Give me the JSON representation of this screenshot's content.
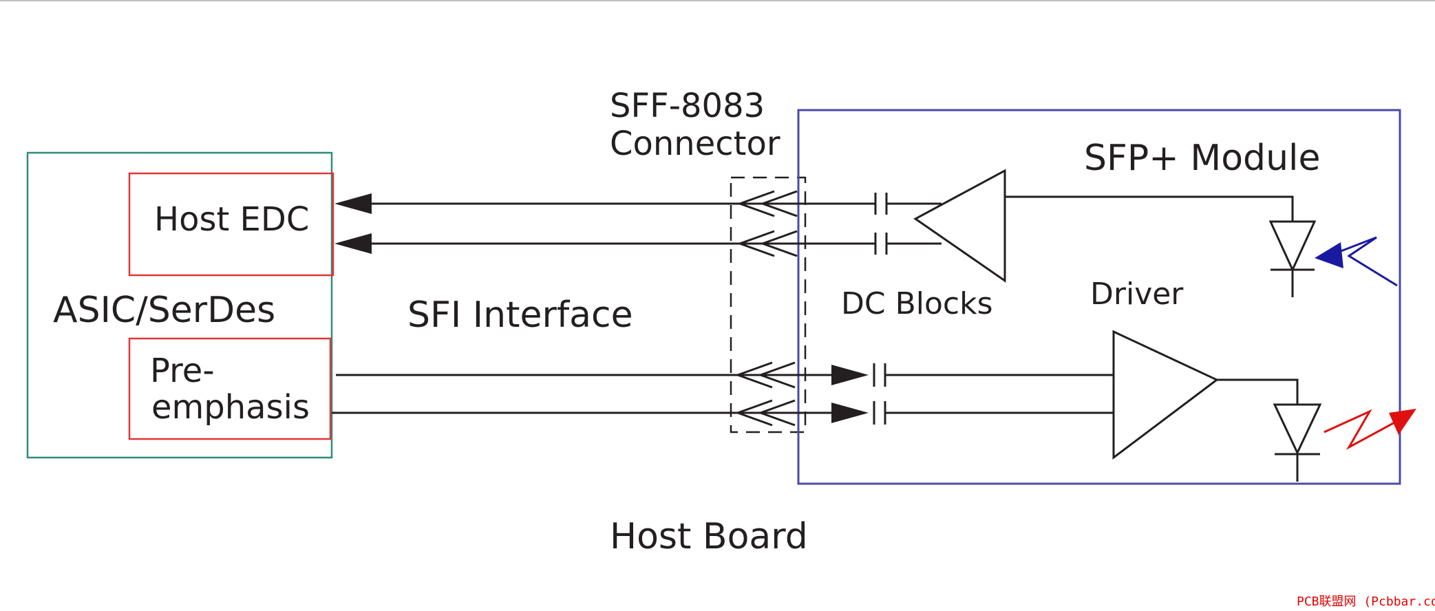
{
  "diagram": {
    "asic_label": "ASIC/SerDes",
    "host_edc_label": "Host EDC",
    "preemphasis_line1": "Pre-",
    "preemphasis_line2": "emphasis",
    "sfi_label": "SFI Interface",
    "connector_line1": "SFF-8083",
    "connector_line2": "Connector",
    "module_label": "SFP+ Module",
    "dc_blocks_label": "DC Blocks",
    "driver_label": "Driver",
    "host_board_label": "Host Board",
    "watermark": "PCB联盟网 (Pcbbar.com)"
  },
  "colors": {
    "asic_box": "#2e8b7a",
    "edc_box": "#e03535",
    "module_box": "#4a4aa8",
    "receive_light": "#1a1aa0",
    "transmit_light": "#e01010",
    "wire": "#231f20"
  }
}
